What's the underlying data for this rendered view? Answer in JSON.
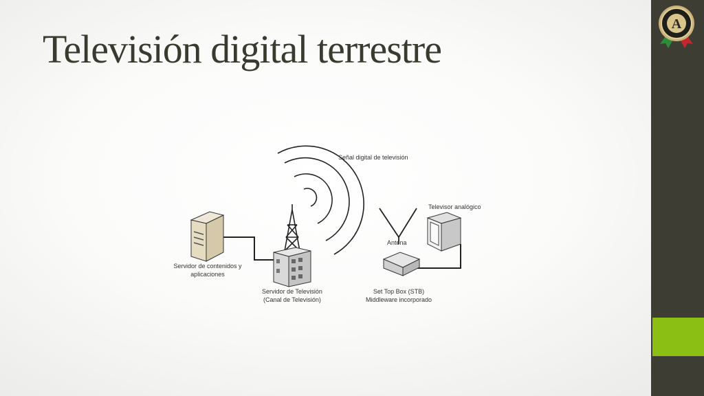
{
  "slide": {
    "title": "Televisión digital terrestre"
  },
  "diagram": {
    "signal_label": "Señal digital de televisión",
    "content_server_label_1": "Servidor de contenidos y",
    "content_server_label_2": "aplicaciones",
    "tv_server_label_1": "Servidor de Televisión",
    "tv_server_label_2": "(Canal de Televisión)",
    "antenna_label": "Antena",
    "analog_tv_label": "Televisor analógico",
    "stb_label_1": "Set Top Box (STB)",
    "stb_label_2": "Middleware incorporado"
  },
  "theme": {
    "sidebar_color": "#3d3d33",
    "accent_color": "#8cbf13",
    "title_color": "#3a3a2f"
  }
}
